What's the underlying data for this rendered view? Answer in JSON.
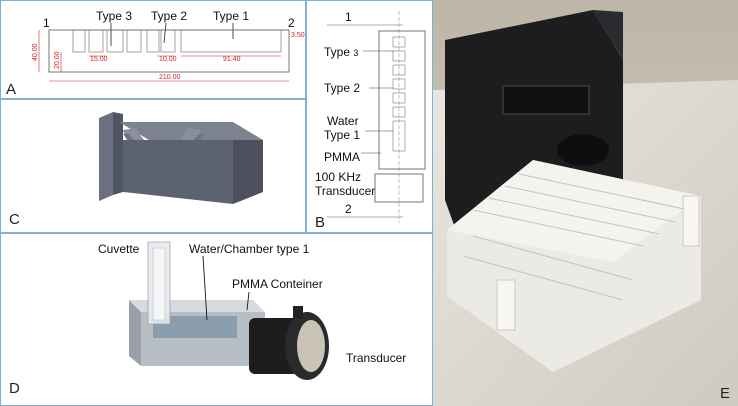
{
  "panel_a": {
    "letter": "A",
    "end_left": "1",
    "end_right": "2",
    "chambers": [
      "Type 3",
      "Type 2",
      "Type 1"
    ],
    "dims": {
      "height": "40.00",
      "inner": "20.00",
      "t3": "15.00",
      "t2": "10.00",
      "t1": "91.40",
      "total": "210.00",
      "right": "3.50"
    }
  },
  "panel_b": {
    "letter": "B",
    "top_marker": "1",
    "bottom_marker": "2",
    "labels": {
      "type3": "Type",
      "type3_sub": "3",
      "type2": "Type 2",
      "water": "Water",
      "type1": "Type 1",
      "pmma": "PMMA",
      "transducer_line1": "100 KHz",
      "transducer_line2": "Transducer"
    }
  },
  "panel_c": {
    "letter": "C"
  },
  "panel_d": {
    "letter": "D",
    "labels": {
      "cuvette": "Cuvette",
      "water": "Water/Chamber type 1",
      "pmma": "PMMA Conteiner",
      "transducer": "Transducer"
    }
  },
  "panel_e": {
    "letter": "E"
  },
  "colors": {
    "border": "#7fb0d8",
    "dimension_red": "#d42020",
    "model_gray": "#5d6270",
    "device_dark": "#1d1d1f"
  }
}
